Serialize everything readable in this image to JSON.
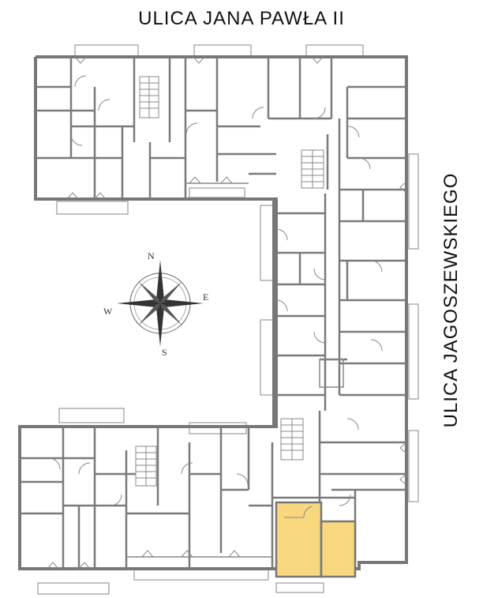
{
  "streets": {
    "top": "ULICA  JANA PAWŁA II",
    "right": "ULICA  JAGOSZEWSKIEGO"
  },
  "compass": {
    "north": "N",
    "east": "E",
    "south": "S",
    "west": "W"
  },
  "highlight_color": "#f8d77e",
  "wall_color": "#777777"
}
